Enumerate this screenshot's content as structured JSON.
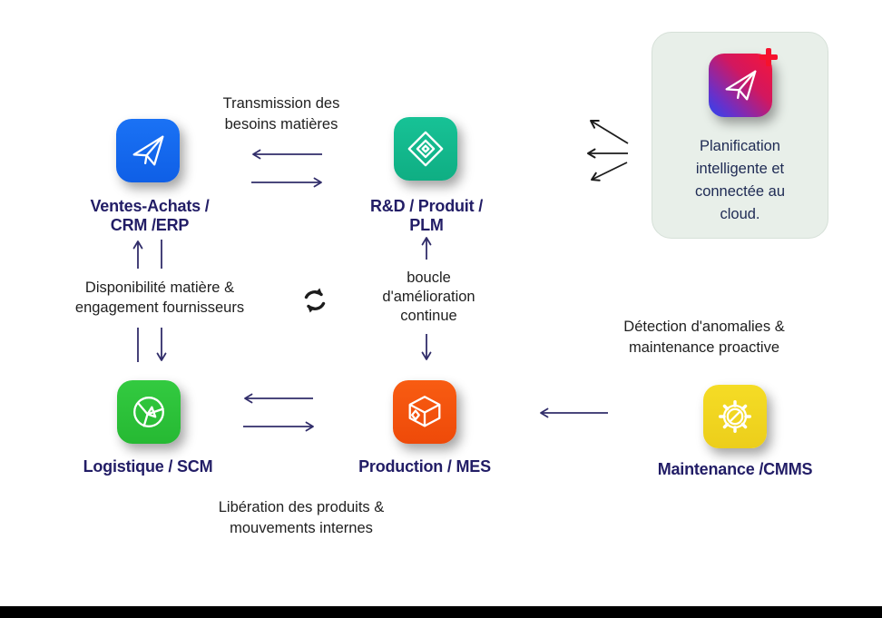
{
  "nodes": {
    "ventes": {
      "label": "Ventes-Achats /\nCRM /ERP",
      "icon": "paper-plane-icon",
      "color": "#1467ef"
    },
    "rd": {
      "label": "R&D / Produit /\nPLM",
      "icon": "diamond-icon",
      "color": "#13ba8d"
    },
    "logistique": {
      "label": "Logistique / SCM",
      "icon": "wheel-icon",
      "color": "#2cc238"
    },
    "production": {
      "label": "Production / MES",
      "icon": "cube-icon",
      "color": "#f4510c"
    },
    "maintenance": {
      "label": "Maintenance /CMMS",
      "icon": "gear-icon",
      "color": "#f2d71f"
    }
  },
  "card": {
    "text": "Planification\nintelligente et\nconnectée au\ncloud.",
    "icon": "paper-plane-plus-icon",
    "background": "#e8efe9"
  },
  "edge_labels": {
    "transmission": "Transmission des\nbesoins matières",
    "disponibilite": "Disponibilité matière &\nengagement fournisseurs",
    "boucle": "boucle\nd'amélioration\ncontinue",
    "liberation": "Libération des produits &\nmouvements internes",
    "detection": "Détection d'anomalies &\nmaintenance proactive"
  },
  "icons": {
    "cycle": "cycle-icon"
  },
  "colors": {
    "arrow_navy": "#312d6a",
    "arrow_black": "#1c1c1c",
    "node_label": "#221d66",
    "body_text": "#1f1f1f",
    "bottom_bar": "#000000"
  }
}
